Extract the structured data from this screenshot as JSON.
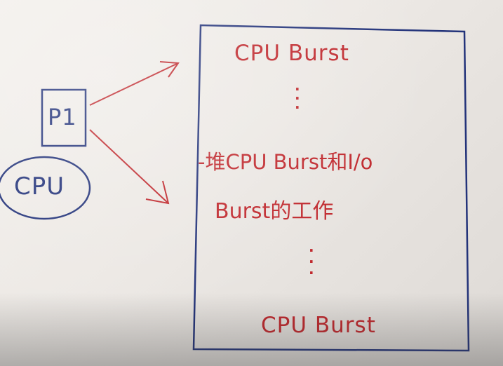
{
  "process_label": "P1",
  "cpu_label": "CPU",
  "program_box": {
    "top_line": "CPU Burst",
    "dots_top": ".\n.\n.",
    "middle_line_1": "-堆CPU Burst和I/o",
    "middle_line_2": "Burst的工作",
    "dots_bottom": ".\n.\n.",
    "bottom_line": "CPU Burst"
  },
  "colors": {
    "ink_red": "#c0282d",
    "ink_blue": "#23337a"
  }
}
